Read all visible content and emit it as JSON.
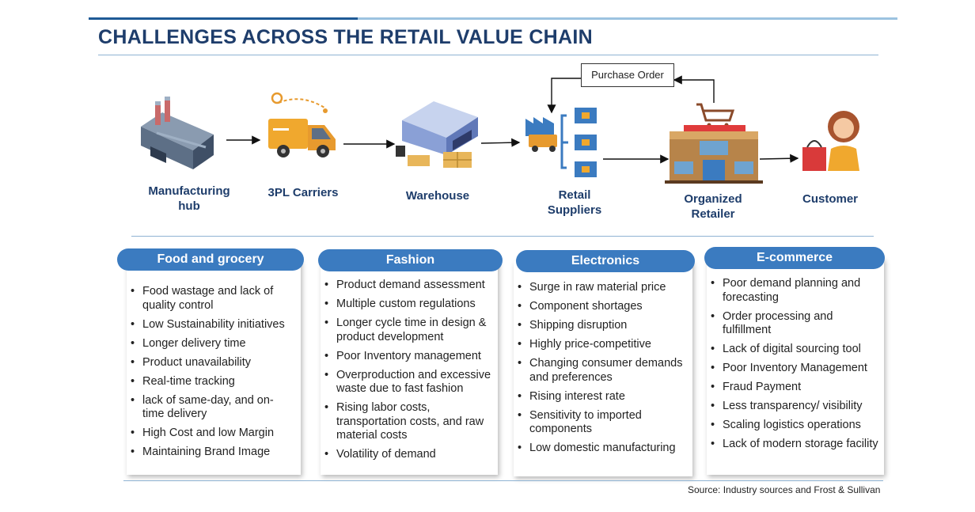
{
  "title": "CHALLENGES ACROSS THE RETAIL VALUE CHAIN",
  "source": "Source: Industry sources and Frost & Sullivan",
  "flow": {
    "purchase_order": "Purchase Order",
    "nodes": [
      {
        "label": "Manufacturing hub",
        "icon": "factory-icon"
      },
      {
        "label": "3PL Carriers",
        "icon": "delivery-truck-icon"
      },
      {
        "label": "Warehouse",
        "icon": "warehouse-icon"
      },
      {
        "label": "Retail Suppliers",
        "icon": "supplier-network-icon"
      },
      {
        "label": "Organized Retailer",
        "icon": "store-icon"
      },
      {
        "label": "Customer",
        "icon": "shopper-icon"
      }
    ]
  },
  "categories": [
    {
      "name": "Food and grocery",
      "items": [
        "Food wastage  and lack of quality control",
        "Low Sustainability initiatives",
        "Longer delivery time",
        "Product unavailability",
        "Real-time tracking",
        "lack of same-day, and on-time delivery",
        "High Cost and low Margin",
        "Maintaining Brand Image"
      ]
    },
    {
      "name": "Fashion",
      "items": [
        "Product demand assessment",
        "Multiple custom regulations",
        "Longer cycle time in design & product development",
        "Poor Inventory management",
        "Overproduction and excessive waste due to fast fashion",
        "Rising labor costs, transportation costs, and raw material costs",
        "Volatility of demand"
      ]
    },
    {
      "name": "Electronics",
      "items": [
        "Surge in raw material price",
        "Component shortages",
        "Shipping disruption",
        "Highly price-competitive",
        "Changing consumer demands and preferences",
        "Rising interest rate",
        "Sensitivity to imported components",
        "Low domestic manufacturing"
      ]
    },
    {
      "name": "E-commerce",
      "items": [
        "Poor demand planning and forecasting",
        "Order processing and fulfillment",
        "Lack of digital sourcing tool",
        "Poor Inventory Management",
        "Fraud Payment",
        "Less transparency/ visibility",
        "Scaling logistics operations",
        "Lack of modern storage facility"
      ]
    }
  ],
  "colors": {
    "accent": "#3b7bc0",
    "title": "#1e3d6b"
  }
}
